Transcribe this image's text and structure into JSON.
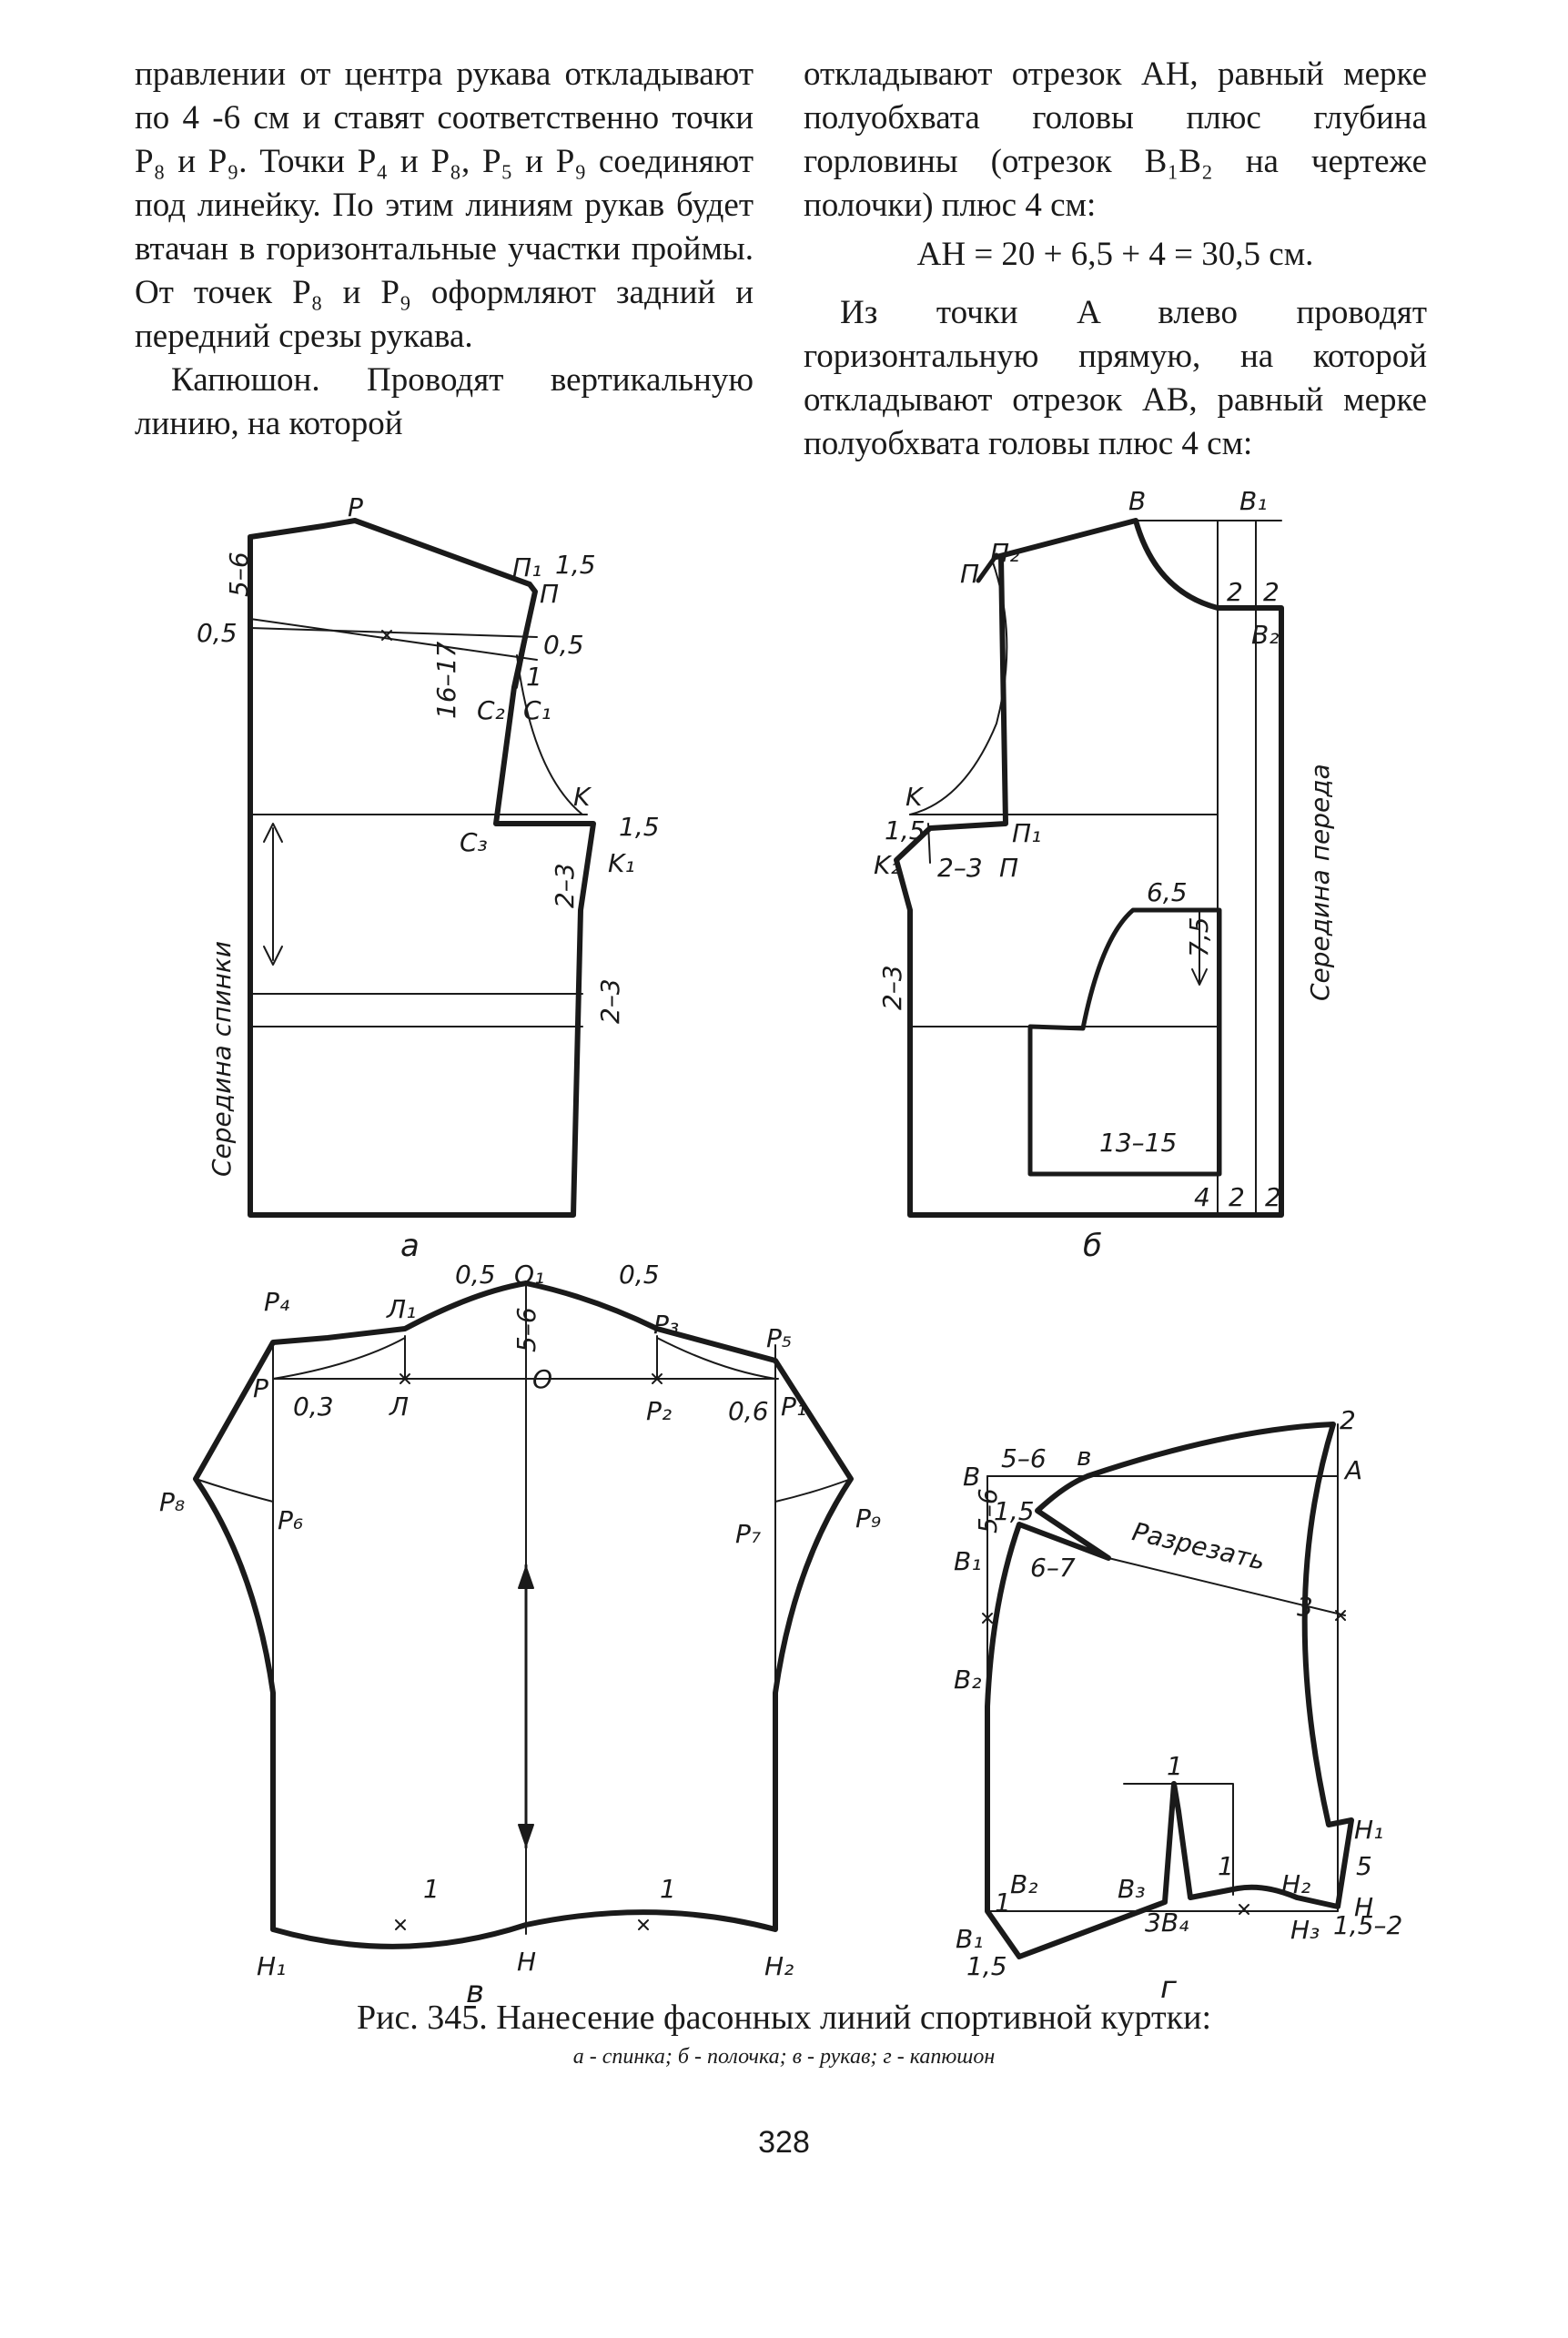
{
  "text": {
    "left": [
      "правлении от центра рукава откладывают по 4 -6 см и ставят соответственно точки P₈ и P₉. Точки P₄ и P₈, P₅ и P₉ соединяют под линейку. По этим линиям рукав будет втачан в горизонтальные участки проймы. От точек P₈ и P₉ оформляют задний и передний срезы рукава.",
      "Капюшон. Проводят вертикальную линию, на которой"
    ],
    "right": [
      "откладывают отрезок AH, равный мерке полуобхвата головы плюс глубина горловины (отрезок B₁B₂ на чертеже полочки) плюс 4 см:",
      "AH = 20 + 6,5 + 4 = 30,5 см.",
      "Из точки A влево проводят горизонтальную прямую, на которой откладывают отрезок AB, равный мерке полуобхвата головы плюс 4 см:"
    ]
  },
  "figure": {
    "caption": "Рис. 345. Нанесение фасонных линий спортивной куртки:",
    "caption_sub": "а - спинка; б - полочка; в - рукав; г - капюшон",
    "panel_letters": [
      "а",
      "б",
      "в",
      "г"
    ],
    "vertical_labels": {
      "back_center": "Середина спинки",
      "front_center": "Середина переда"
    },
    "back_labels": [
      "P",
      "5–6",
      "0,5",
      "П₁",
      "1,5",
      "П",
      "0,5",
      "16–17",
      "1",
      "C₂",
      "C₁",
      "K",
      "C₃",
      "1,5",
      "K₁",
      "2–3",
      "2–3"
    ],
    "front_labels": [
      "B",
      "B₁",
      "П₂",
      "П",
      "2",
      "2",
      "B₂",
      "K",
      "1,5",
      "П₁",
      "K₂",
      "2–3",
      "П",
      "6,5",
      "7,5",
      "2–3",
      "13–15",
      "4",
      "2",
      "2"
    ],
    "sleeve_labels": [
      "P₄",
      "Л₁",
      "0,5",
      "O₁",
      "0,5",
      "P₃",
      "P₅",
      "5–6",
      "O",
      "P",
      "0,3",
      "Л",
      "P₂",
      "0,6",
      "P₁",
      "P₈",
      "P₆",
      "P₇",
      "P₉",
      "1",
      "1",
      "H₁",
      "H",
      "H₂"
    ],
    "hood_labels": [
      "5–6",
      "в",
      "2",
      "B",
      "A",
      "5–6",
      "1,5",
      "B₁",
      "6–7",
      "Разрезать",
      "3",
      "B₂",
      "1",
      "H₁",
      "5",
      "H",
      "1",
      "1",
      "B₁",
      "B₂",
      "B₃",
      "3B₄",
      "H₂",
      "1,5",
      "H₃",
      "1,5–2"
    ]
  },
  "page_number": "328",
  "colors": {
    "ink": "#1a1a1a",
    "paper": "#ffffff"
  }
}
